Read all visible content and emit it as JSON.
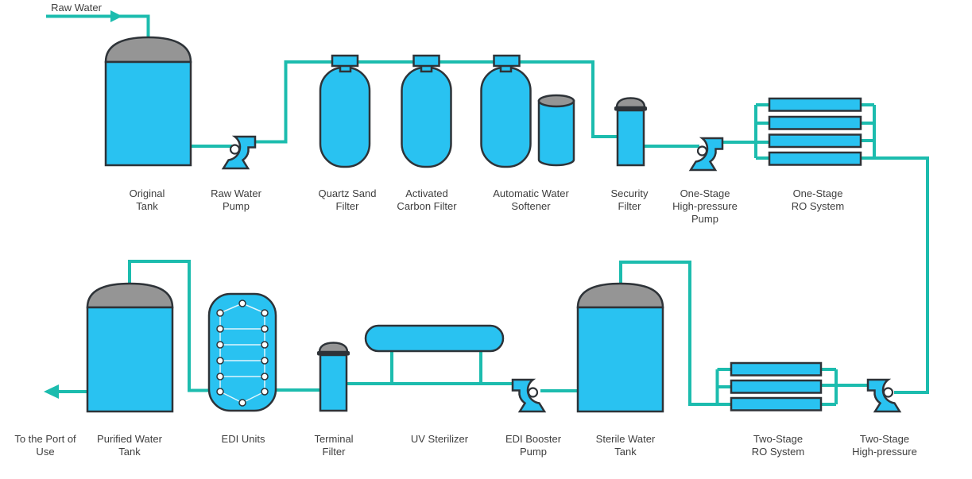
{
  "colors": {
    "equipment": "#29c2f1",
    "pipe": "#1cbcae",
    "dome": "#959595",
    "outline": "#2e3338",
    "label_text": "#3e3e3e",
    "background": "#ffffff"
  },
  "flow": {
    "source_label": "Raw Water",
    "output_label": "To the Port of\nUse"
  },
  "stations": {
    "original_tank": {
      "label": "Original\nTank"
    },
    "raw_water_pump": {
      "label": "Raw Water\nPump"
    },
    "quartz_sand_filter": {
      "label": "Quartz Sand\nFilter"
    },
    "activated_carbon_filter": {
      "label": "Activated\nCarbon Filter"
    },
    "automatic_water_softener": {
      "label": "Automatic Water\nSoftener"
    },
    "security_filter": {
      "label": "Security\nFilter"
    },
    "one_stage_high_pressure_pump": {
      "label": "One-Stage\nHigh-pressure\nPump"
    },
    "one_stage_ro_system": {
      "label": "One-Stage\nRO System"
    },
    "purified_water_tank": {
      "label": "Purified Water\nTank"
    },
    "edi_units": {
      "label": "EDI Units"
    },
    "terminal_filter": {
      "label": "Terminal\nFilter"
    },
    "uv_sterilizer": {
      "label": "UV Sterilizer"
    },
    "edi_booster_pump": {
      "label": "EDI Booster\nPump"
    },
    "sterile_water_tank": {
      "label": "Sterile Water\nTank"
    },
    "two_stage_ro_system": {
      "label": "Two-Stage\nRO System"
    },
    "two_stage_high_pressure_pump": {
      "label": "Two-Stage\nHigh-pressure"
    }
  }
}
